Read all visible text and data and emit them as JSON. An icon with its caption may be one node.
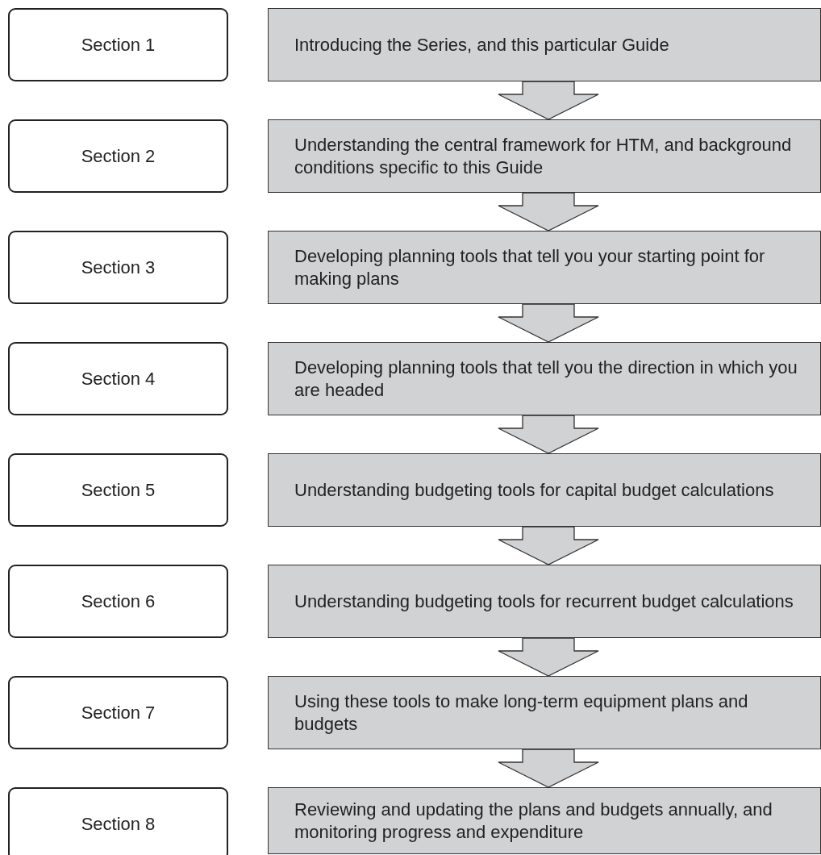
{
  "diagram": {
    "nodes": [
      {
        "text": [
          "Section 1"
        ]
      },
      {
        "text": [
          "Introducing the Series, and this particular Guide"
        ]
      },
      {
        "text": [
          "Section 2"
        ]
      },
      {
        "text": [
          "Understanding the central framework for HTM, and background conditions specific to this Guide"
        ]
      },
      {
        "text": [
          "Section 3"
        ]
      },
      {
        "text": [
          "Developing planning tools that tell you your starting point for making plans"
        ]
      },
      {
        "text": [
          "Section 4"
        ]
      },
      {
        "text": [
          "Developing planning tools that tell you the direction in which you are headed"
        ]
      },
      {
        "text": [
          "Section 5"
        ]
      },
      {
        "text": [
          "Understanding budgeting tools for capital budget calculations"
        ]
      },
      {
        "text": [
          "Section 6"
        ]
      },
      {
        "text": [
          "Understanding budgeting tools for recurrent budget calculations"
        ]
      },
      {
        "text": [
          "Section 7"
        ]
      },
      {
        "text": [
          "Using these tools to make long-term equipment plans and budgets"
        ]
      },
      {
        "text": [
          "Section 8"
        ]
      },
      {
        "text": [
          "Reviewing and updating the plans and budgets annually, and monitoring progress and expenditure"
        ]
      }
    ],
    "edges": [
      {
        "from": 1,
        "to": 3,
        "arrow": "to"
      },
      {
        "from": 3,
        "to": 5,
        "arrow": "to"
      },
      {
        "from": 5,
        "to": 7,
        "arrow": "to"
      },
      {
        "from": 7,
        "to": 9,
        "arrow": "to"
      },
      {
        "from": 9,
        "to": 11,
        "arrow": "to"
      },
      {
        "from": 11,
        "to": 13,
        "arrow": "to"
      },
      {
        "from": 13,
        "to": 15,
        "arrow": "to"
      }
    ]
  }
}
